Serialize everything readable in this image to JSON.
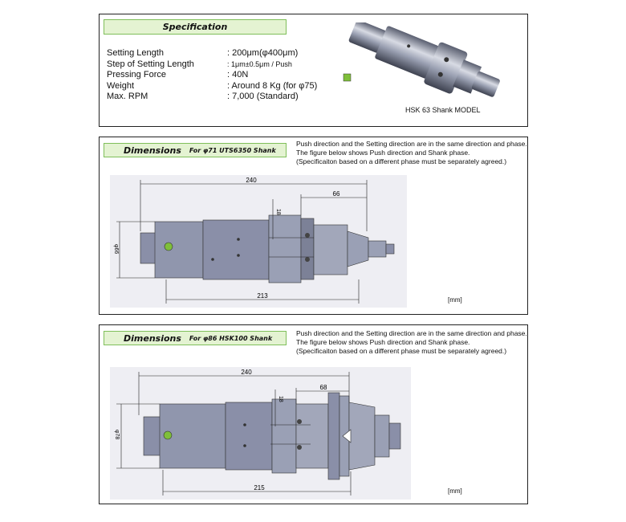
{
  "spec": {
    "title": "Specification",
    "rows": [
      {
        "label": "Setting Length",
        "value": ": 200μm(φ400μm)"
      },
      {
        "label": "Step of Setting Length",
        "value": ": 1μm±0.5μm / Push"
      },
      {
        "label": "Pressing Force",
        "value": ": 40N"
      },
      {
        "label": "Weight",
        "value": ": Around 8 Kg (for φ75)"
      },
      {
        "label": "Max. RPM",
        "value": ": 7,000 (Standard)"
      }
    ],
    "photo_caption": "HSK 63 Shank MODEL"
  },
  "dim1": {
    "title": "Dimensions",
    "subtitle": "For φ71  UTS6350 Shank",
    "note": "Push direction and the Setting direction are in the same direction and phase.\nThe figure below shows Push direction and Shank phase.\n(Specificaiton based on a different phase must be separately agreed.)",
    "unit": "[mm]",
    "labels": {
      "top": "240",
      "right": "66",
      "vertical": "18",
      "diameter": "φ66",
      "bottom": "213"
    }
  },
  "dim2": {
    "title": "Dimensions",
    "subtitle": "For φ86  HSK100 Shank",
    "note": "Push direction and the Setting direction are in the same direction and phase.\nThe figure below shows Push direction and Shank phase.\n(Specificaiton based on a different phase must be separately agreed.)",
    "unit": "[mm]",
    "labels": {
      "top": "240",
      "right": "68",
      "vertical": "18",
      "diameter": "φ78",
      "bottom": "215"
    }
  },
  "colors": {
    "tag_bg": "#e4f3d2",
    "tag_border": "#7fbf5a",
    "metal": "#8a8fa8",
    "drawing_bg": "#eeeef3"
  }
}
